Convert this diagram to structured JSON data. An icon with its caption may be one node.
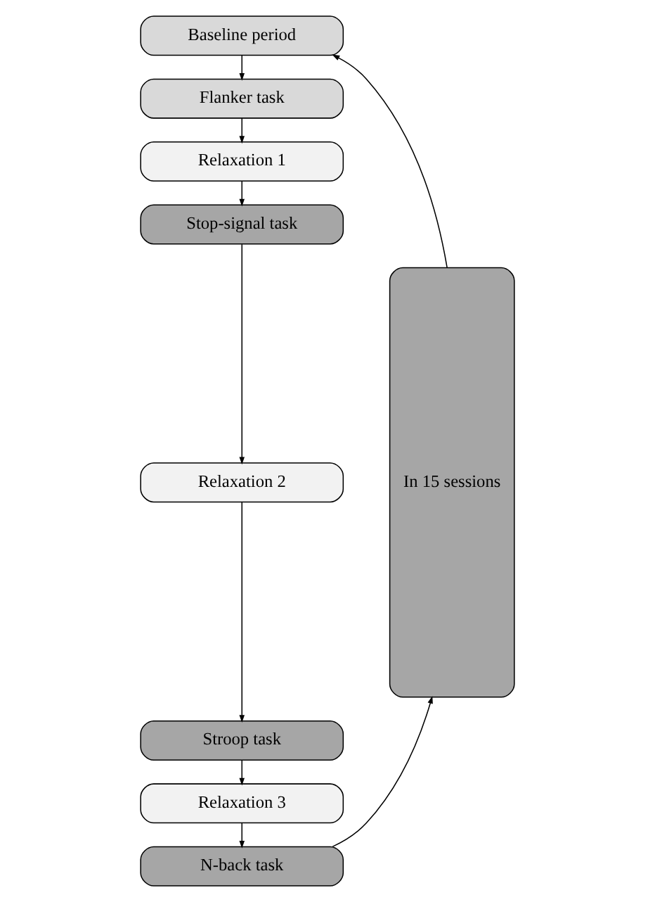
{
  "diagram": {
    "nodes": [
      {
        "text": [
          "Baseline period"
        ]
      },
      {
        "text": [
          "Flanker task"
        ]
      },
      {
        "text": [
          "Relaxation 1"
        ]
      },
      {
        "text": [
          "Stop-signal task"
        ]
      },
      {
        "text": [
          "Relaxation 2"
        ]
      },
      {
        "text": [
          "Stroop task"
        ]
      },
      {
        "text": [
          "Relaxation 3"
        ]
      },
      {
        "text": [
          "N-back task"
        ]
      },
      {
        "text": [
          "In 15 sessions"
        ]
      }
    ],
    "edges": [
      {
        "from": 0,
        "to": 1,
        "arrow": "to"
      },
      {
        "from": 1,
        "to": 2,
        "arrow": "to"
      },
      {
        "from": 2,
        "to": 3,
        "arrow": "to"
      },
      {
        "from": 3,
        "to": 4,
        "arrow": "to"
      },
      {
        "from": 4,
        "to": 5,
        "arrow": "to"
      },
      {
        "from": 5,
        "to": 6,
        "arrow": "to"
      },
      {
        "from": 6,
        "to": 7,
        "arrow": "to"
      },
      {
        "from": 7,
        "to": 8,
        "arrow": "to"
      },
      {
        "from": 8,
        "to": 0,
        "arrow": "to"
      }
    ]
  }
}
